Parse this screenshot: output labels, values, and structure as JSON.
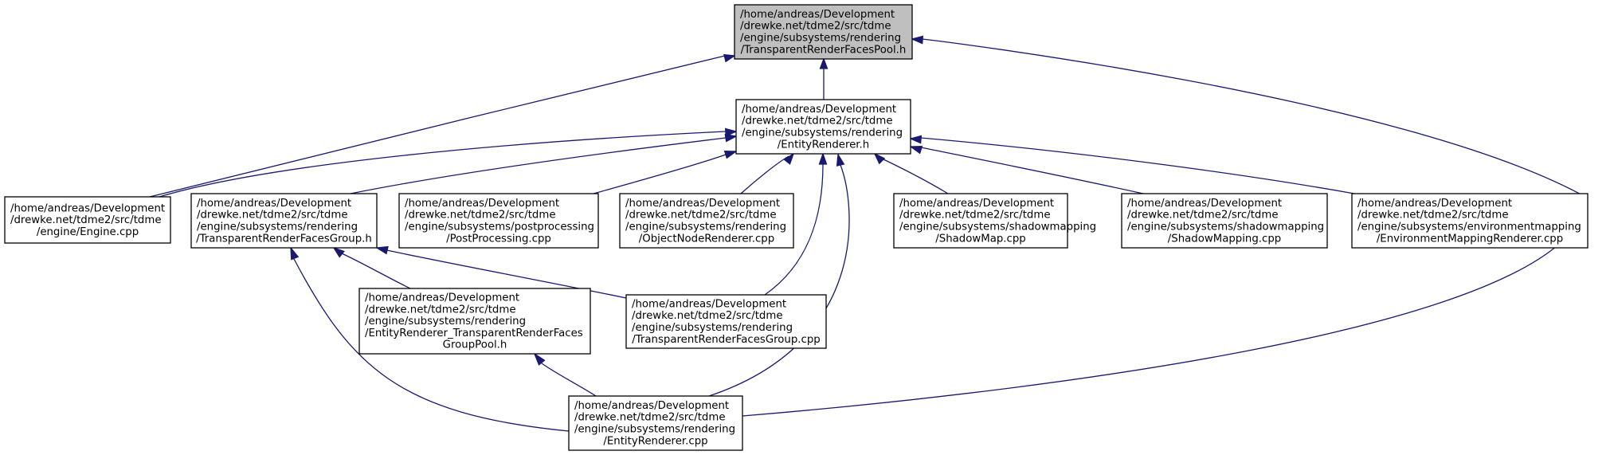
{
  "colors": {
    "node_fill": "#ffffff",
    "highlight_fill": "#bfbfbf",
    "node_border": "#000000",
    "edge": "#191970"
  },
  "nodes": [
    {
      "id": "pool_h",
      "highlight": true,
      "lines": [
        "/home/andreas/Development",
        "/drewke.net/tdme2/src/tdme",
        "/engine/subsystems/rendering",
        "/TransparentRenderFacesPool.h"
      ]
    },
    {
      "id": "entity_renderer_h",
      "lines": [
        "/home/andreas/Development",
        "/drewke.net/tdme2/src/tdme",
        "/engine/subsystems/rendering",
        "/EntityRenderer.h"
      ]
    },
    {
      "id": "engine_cpp",
      "lines": [
        "/home/andreas/Development",
        "/drewke.net/tdme2/src/tdme",
        "/engine/Engine.cpp"
      ]
    },
    {
      "id": "faces_group_h",
      "lines": [
        "/home/andreas/Development",
        "/drewke.net/tdme2/src/tdme",
        "/engine/subsystems/rendering",
        "/TransparentRenderFacesGroup.h"
      ]
    },
    {
      "id": "postprocessing_cpp",
      "lines": [
        "/home/andreas/Development",
        "/drewke.net/tdme2/src/tdme",
        "/engine/subsystems/postprocessing",
        "/PostProcessing.cpp"
      ]
    },
    {
      "id": "object_node_renderer_cpp",
      "lines": [
        "/home/andreas/Development",
        "/drewke.net/tdme2/src/tdme",
        "/engine/subsystems/rendering",
        "/ObjectNodeRenderer.cpp"
      ]
    },
    {
      "id": "shadow_map_cpp",
      "lines": [
        "/home/andreas/Development",
        "/drewke.net/tdme2/src/tdme",
        "/engine/subsystems/shadowmapping",
        "/ShadowMap.cpp"
      ]
    },
    {
      "id": "shadow_mapping_cpp",
      "lines": [
        "/home/andreas/Development",
        "/drewke.net/tdme2/src/tdme",
        "/engine/subsystems/shadowmapping",
        "/ShadowMapping.cpp"
      ]
    },
    {
      "id": "env_mapping_renderer_cpp",
      "lines": [
        "/home/andreas/Development",
        "/drewke.net/tdme2/src/tdme",
        "/engine/subsystems/environmentmapping",
        "/EnvironmentMappingRenderer.cpp"
      ]
    },
    {
      "id": "faces_group_pool_h",
      "lines": [
        "/home/andreas/Development",
        "/drewke.net/tdme2/src/tdme",
        "/engine/subsystems/rendering",
        "/EntityRenderer_TransparentRenderFaces",
        "GroupPool.h"
      ]
    },
    {
      "id": "faces_group_cpp",
      "lines": [
        "/home/andreas/Development",
        "/drewke.net/tdme2/src/tdme",
        "/engine/subsystems/rendering",
        "/TransparentRenderFacesGroup.cpp"
      ]
    },
    {
      "id": "entity_renderer_cpp",
      "lines": [
        "/home/andreas/Development",
        "/drewke.net/tdme2/src/tdme",
        "/engine/subsystems/rendering",
        "/EntityRenderer.cpp"
      ]
    }
  ],
  "edges": [
    {
      "from": "engine_cpp",
      "to": "pool_h"
    },
    {
      "from": "entity_renderer_h",
      "to": "pool_h"
    },
    {
      "from": "entity_renderer_cpp",
      "to": "pool_h"
    },
    {
      "from": "engine_cpp",
      "to": "entity_renderer_h"
    },
    {
      "from": "faces_group_h",
      "to": "entity_renderer_h"
    },
    {
      "from": "postprocessing_cpp",
      "to": "entity_renderer_h"
    },
    {
      "from": "object_node_renderer_cpp",
      "to": "entity_renderer_h"
    },
    {
      "from": "faces_group_cpp",
      "to": "entity_renderer_h"
    },
    {
      "from": "entity_renderer_cpp",
      "to": "entity_renderer_h"
    },
    {
      "from": "shadow_map_cpp",
      "to": "entity_renderer_h"
    },
    {
      "from": "shadow_mapping_cpp",
      "to": "entity_renderer_h"
    },
    {
      "from": "env_mapping_renderer_cpp",
      "to": "entity_renderer_h"
    },
    {
      "from": "faces_group_pool_h",
      "to": "faces_group_h"
    },
    {
      "from": "faces_group_cpp",
      "to": "faces_group_h"
    },
    {
      "from": "entity_renderer_cpp",
      "to": "faces_group_h"
    },
    {
      "from": "entity_renderer_cpp",
      "to": "faces_group_pool_h"
    }
  ]
}
